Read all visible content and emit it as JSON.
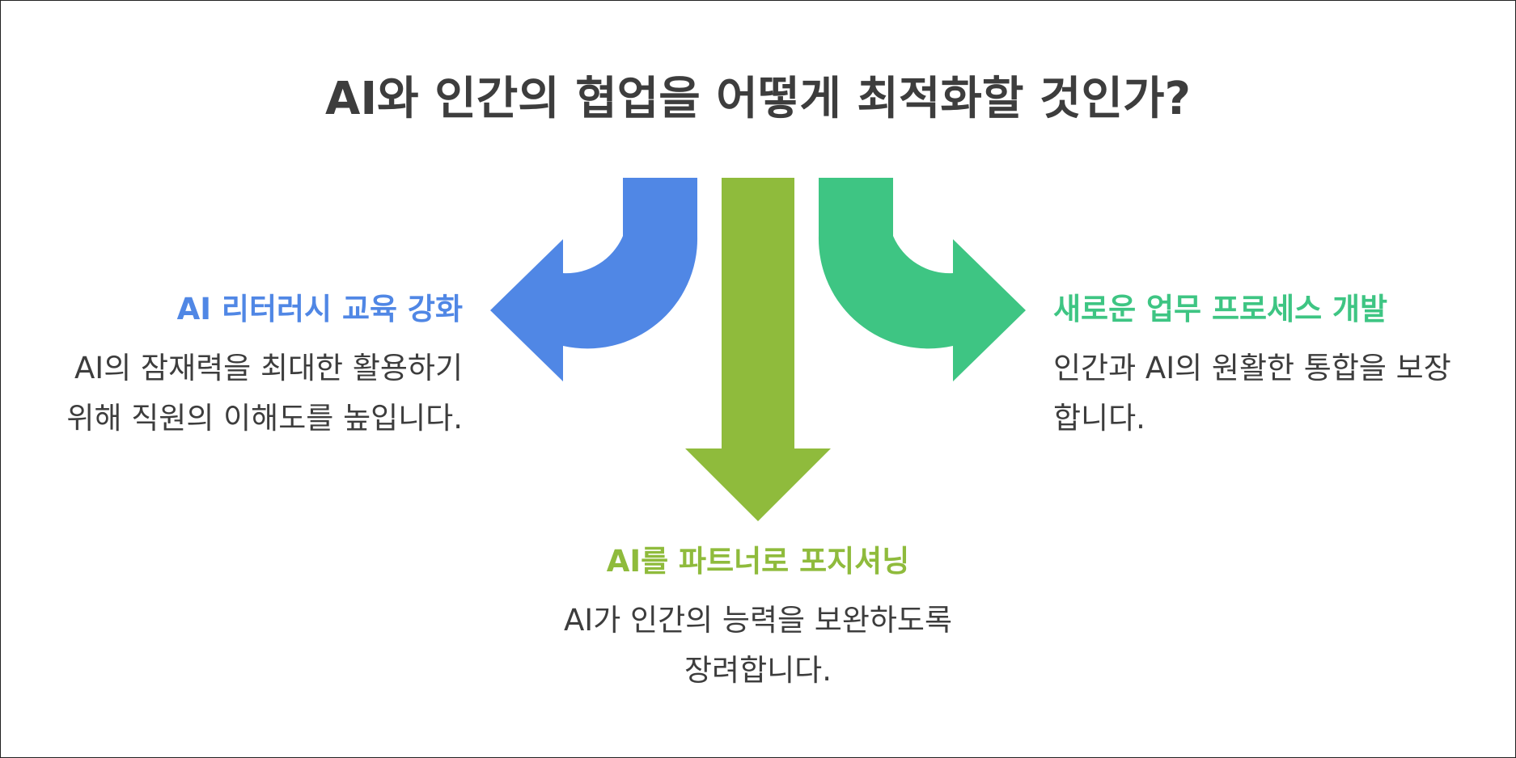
{
  "title": "AI와 인간의 협업을 어떻게 최적화할 것인가?",
  "colors": {
    "left": "#5087e5",
    "center": "#8fbb3c",
    "right": "#3ec583",
    "text": "#3d3d3d"
  },
  "options": [
    {
      "id": "left",
      "heading": "AI 리터러시 교육 강화",
      "description_lines": [
        "AI의 잠재력을 최대한 활용하기",
        "위해 직원의 이해도를 높입니다."
      ]
    },
    {
      "id": "center",
      "heading": "AI를 파트너로 포지셔닝",
      "description_lines": [
        "AI가 인간의 능력을 보완하도록",
        "장려합니다."
      ]
    },
    {
      "id": "right",
      "heading": "새로운 업무 프로세스 개발",
      "description_lines": [
        "인간과 AI의 원활한 통합을 보장",
        "합니다."
      ]
    }
  ]
}
